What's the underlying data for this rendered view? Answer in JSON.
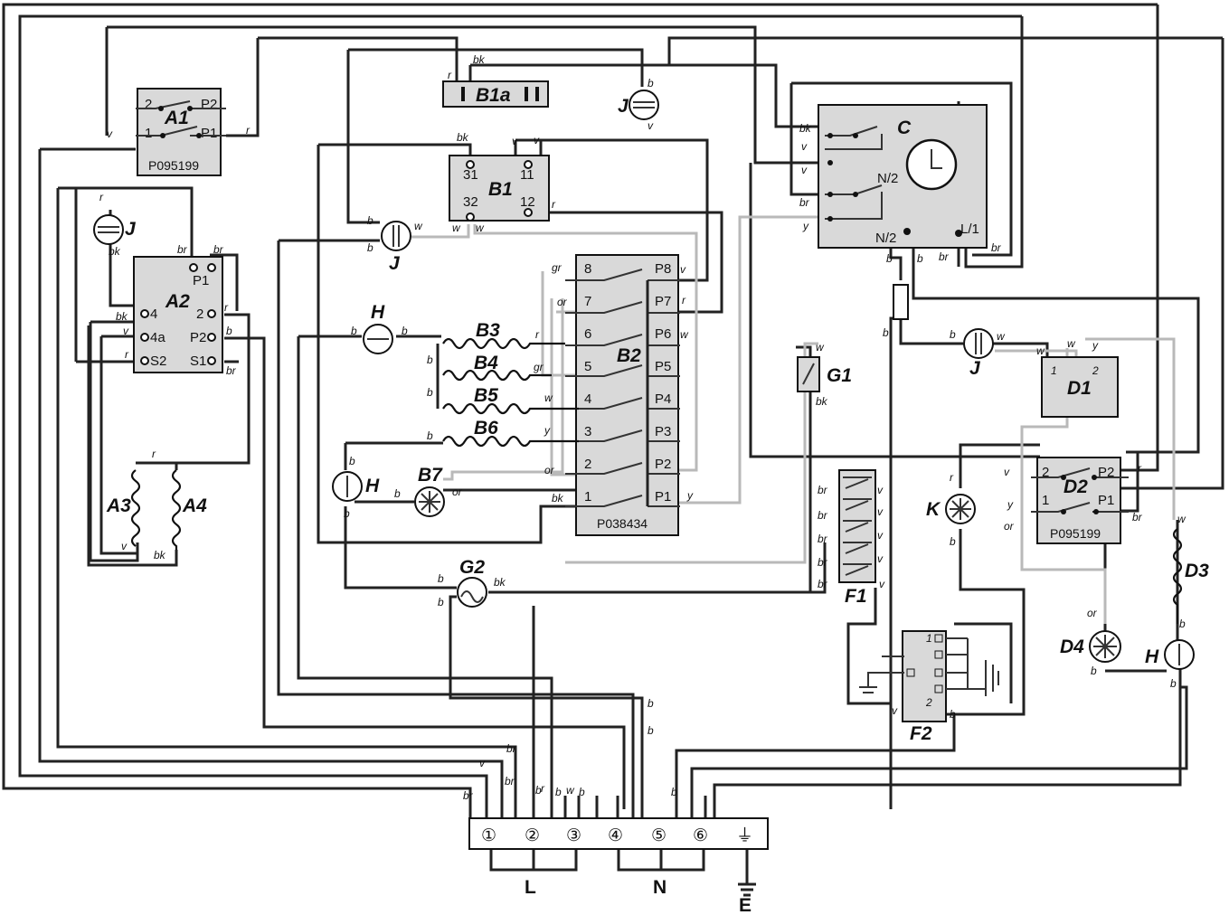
{
  "components": {
    "A1": "A1",
    "A2": "A2",
    "A3": "A3",
    "A4": "A4",
    "B1": "B1",
    "B1a": "B1a",
    "B2": "B2",
    "B3": "B3",
    "B4": "B4",
    "B5": "B5",
    "B6": "B6",
    "B7": "B7",
    "C": "C",
    "D1": "D1",
    "D2": "D2",
    "D3": "D3",
    "D4": "D4",
    "F1": "F1",
    "F2": "F2",
    "G1": "G1",
    "G2": "G2",
    "H": "H",
    "J": "J",
    "K": "K"
  },
  "part_codes": {
    "a1": "P095199",
    "b2": "P038434",
    "d2": "P095199"
  },
  "pins": {
    "a1": [
      "2",
      "P2",
      "1",
      "P1"
    ],
    "a2": [
      "P1",
      "4",
      "4a",
      "S2",
      "2",
      "P2",
      "S1"
    ],
    "b1": [
      "31",
      "11",
      "32",
      "12"
    ],
    "b2_left": [
      "8",
      "7",
      "6",
      "5",
      "4",
      "3",
      "2",
      "1"
    ],
    "b2_right": [
      "P8",
      "P7",
      "P6",
      "P5",
      "P4",
      "P3",
      "P2",
      "P1"
    ],
    "c": [
      "N/2",
      "N/2",
      "L/1"
    ],
    "d1": [
      "1",
      "2"
    ],
    "d2": [
      "2",
      "P2",
      "1",
      "P1"
    ],
    "f2": [
      "1",
      "2"
    ]
  },
  "wire_codes": [
    "v",
    "r",
    "bk",
    "b",
    "br",
    "w",
    "gr",
    "or",
    "y"
  ],
  "terminal_block": {
    "terminals": [
      "①",
      "②",
      "③",
      "④",
      "⑤",
      "⑥",
      "⏚"
    ],
    "groups": [
      "L",
      "N",
      "E"
    ]
  }
}
